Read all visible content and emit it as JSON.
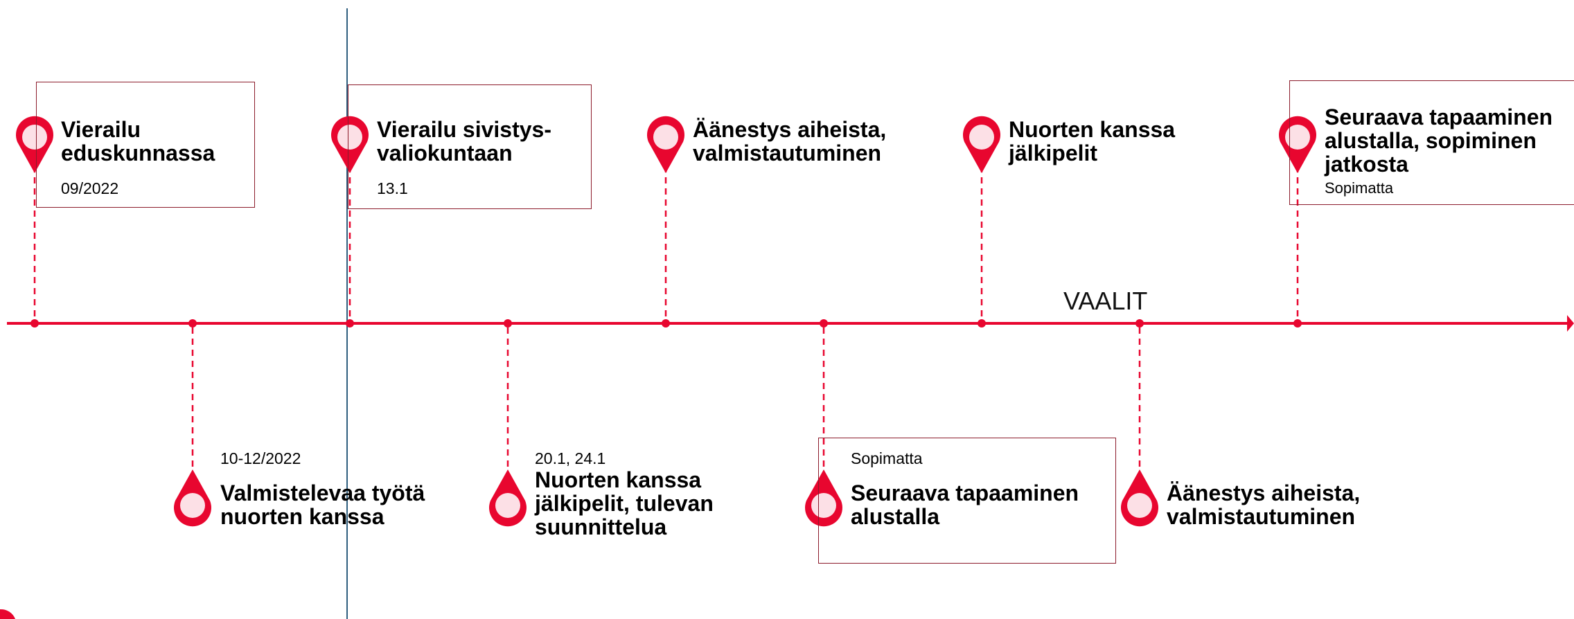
{
  "colors": {
    "accent": "#e8062f",
    "pin_fill": "#fce0e6",
    "box_border": "#8b1a2a",
    "vertical_line": "#2e5e7e"
  },
  "timeline": {
    "milestone_label": "VAALIT",
    "events": [
      {
        "title": "Vierailu\neduskunnassa",
        "date": "09/2022"
      },
      {
        "title": "Valmistelevaa työtä\nnuorten kanssa",
        "date": "10-12/2022"
      },
      {
        "title": "Vierailu sivistys-\nvaliokuntaan",
        "date": "13.1"
      },
      {
        "title": "Nuorten kanssa\njälkipelit, tulevan\nsuunnittelua",
        "date": "20.1, 24.1"
      },
      {
        "title": "Äänestys aiheista,\nvalmistautuminen",
        "date": ""
      },
      {
        "title": "Seuraava tapaaminen\nalustalla",
        "date": "Sopimatta"
      },
      {
        "title": "Nuorten kanssa\njälkipelit",
        "date": ""
      },
      {
        "title": "Äänestys aiheista,\nvalmistautuminen",
        "date": ""
      },
      {
        "title": "Seuraava tapaaminen\nalustalla, sopiminen\njatkosta",
        "date": "Sopimatta"
      }
    ]
  }
}
